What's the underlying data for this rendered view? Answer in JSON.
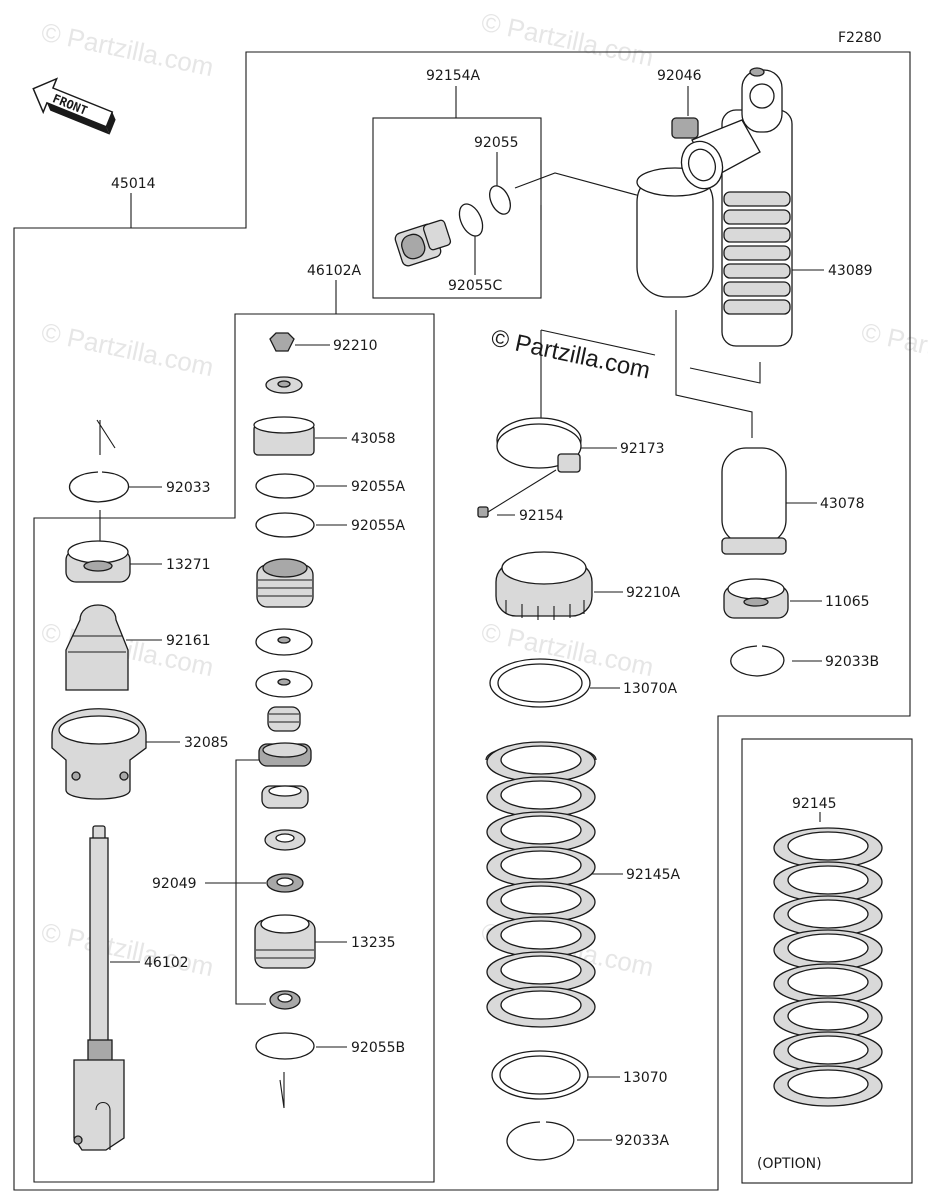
{
  "diagram": {
    "code": "F2280",
    "front_label": "FRONT",
    "watermark": "© Partzilla.com",
    "option_label": "(OPTION)"
  },
  "parts": [
    {
      "id": "p_92154A",
      "label": "92154A"
    },
    {
      "id": "p_92046",
      "label": "92046"
    },
    {
      "id": "p_92055",
      "label": "92055"
    },
    {
      "id": "p_92055C",
      "label": "92055C"
    },
    {
      "id": "p_45014",
      "label": "45014"
    },
    {
      "id": "p_43089",
      "label": "43089"
    },
    {
      "id": "p_46102A",
      "label": "46102A"
    },
    {
      "id": "p_92210",
      "label": "92210"
    },
    {
      "id": "p_43058",
      "label": "43058"
    },
    {
      "id": "p_92055A_1",
      "label": "92055A"
    },
    {
      "id": "p_92055A_2",
      "label": "92055A"
    },
    {
      "id": "p_92033",
      "label": "92033"
    },
    {
      "id": "p_13271",
      "label": "13271"
    },
    {
      "id": "p_92161",
      "label": "92161"
    },
    {
      "id": "p_32085",
      "label": "32085"
    },
    {
      "id": "p_92049",
      "label": "92049"
    },
    {
      "id": "p_13235",
      "label": "13235"
    },
    {
      "id": "p_46102",
      "label": "46102"
    },
    {
      "id": "p_92055B",
      "label": "92055B"
    },
    {
      "id": "p_92173",
      "label": "92173"
    },
    {
      "id": "p_92154",
      "label": "92154"
    },
    {
      "id": "p_92210A",
      "label": "92210A"
    },
    {
      "id": "p_13070A",
      "label": "13070A"
    },
    {
      "id": "p_92145A",
      "label": "92145A"
    },
    {
      "id": "p_13070",
      "label": "13070"
    },
    {
      "id": "p_92033A",
      "label": "92033A"
    },
    {
      "id": "p_43078",
      "label": "43078"
    },
    {
      "id": "p_11065",
      "label": "11065"
    },
    {
      "id": "p_92033B",
      "label": "92033B"
    },
    {
      "id": "p_92145",
      "label": "92145"
    }
  ]
}
